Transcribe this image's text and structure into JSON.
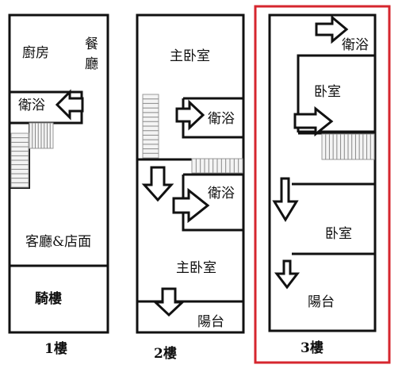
{
  "floors": [
    {
      "label": "1樓",
      "rooms": {
        "kitchen": "廚房",
        "dining_top": "餐",
        "dining_bottom": "廳",
        "bathroom": "衛浴",
        "living_shop": "客廳&店面",
        "arcade": "騎樓"
      }
    },
    {
      "label": "2樓",
      "rooms": {
        "master_bedroom_top": "主卧室",
        "bathroom_top": "衛浴",
        "bathroom_bottom": "衛浴",
        "master_bedroom_bottom": "主卧室",
        "balcony": "陽台"
      }
    },
    {
      "label": "3樓",
      "highlighted": true,
      "rooms": {
        "bathroom": "衛浴",
        "bedroom_top": "卧室",
        "bedroom_bottom": "卧室",
        "balcony": "陽台"
      }
    }
  ],
  "colors": {
    "wall": "#111111",
    "highlight": "#d6262e",
    "stairs": "#888888",
    "background": "#ffffff"
  },
  "icons": {
    "door_arrow": "arrow-icon",
    "stairs": "stairs-icon"
  }
}
